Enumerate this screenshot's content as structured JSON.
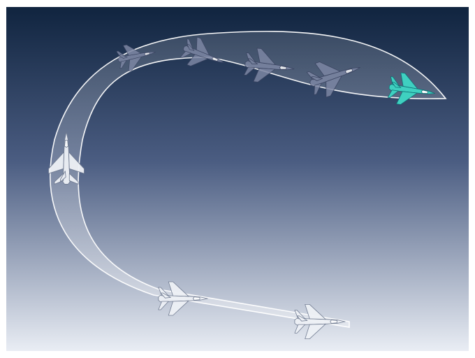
{
  "image": {
    "colors": {
      "border": "#ffffff",
      "sky_top": "#10243f",
      "sky_bottom": "#e9edf4",
      "ribbon_fill": "#ffffff",
      "ribbon_edge": "#ffffff",
      "jet_ghost_fill": "#7c86a3",
      "jet_ghost_edge": "#3a4360",
      "jet_light_fill": "#eef1f6",
      "jet_light_edge": "#6f7a90",
      "jet_lead_fill": "#3fd0c0",
      "jet_lead_edge": "#0f6e74"
    },
    "jets": [
      {
        "name": "jet-lead-teal",
        "style": "lead"
      },
      {
        "name": "jet-ghost-1",
        "style": "ghost"
      },
      {
        "name": "jet-ghost-2",
        "style": "ghost"
      },
      {
        "name": "jet-ghost-3",
        "style": "ghost"
      },
      {
        "name": "jet-ghost-4",
        "style": "ghost"
      },
      {
        "name": "jet-vertical-climb",
        "style": "light"
      },
      {
        "name": "jet-bottom-1",
        "style": "light"
      },
      {
        "name": "jet-bottom-2",
        "style": "light"
      }
    ]
  }
}
